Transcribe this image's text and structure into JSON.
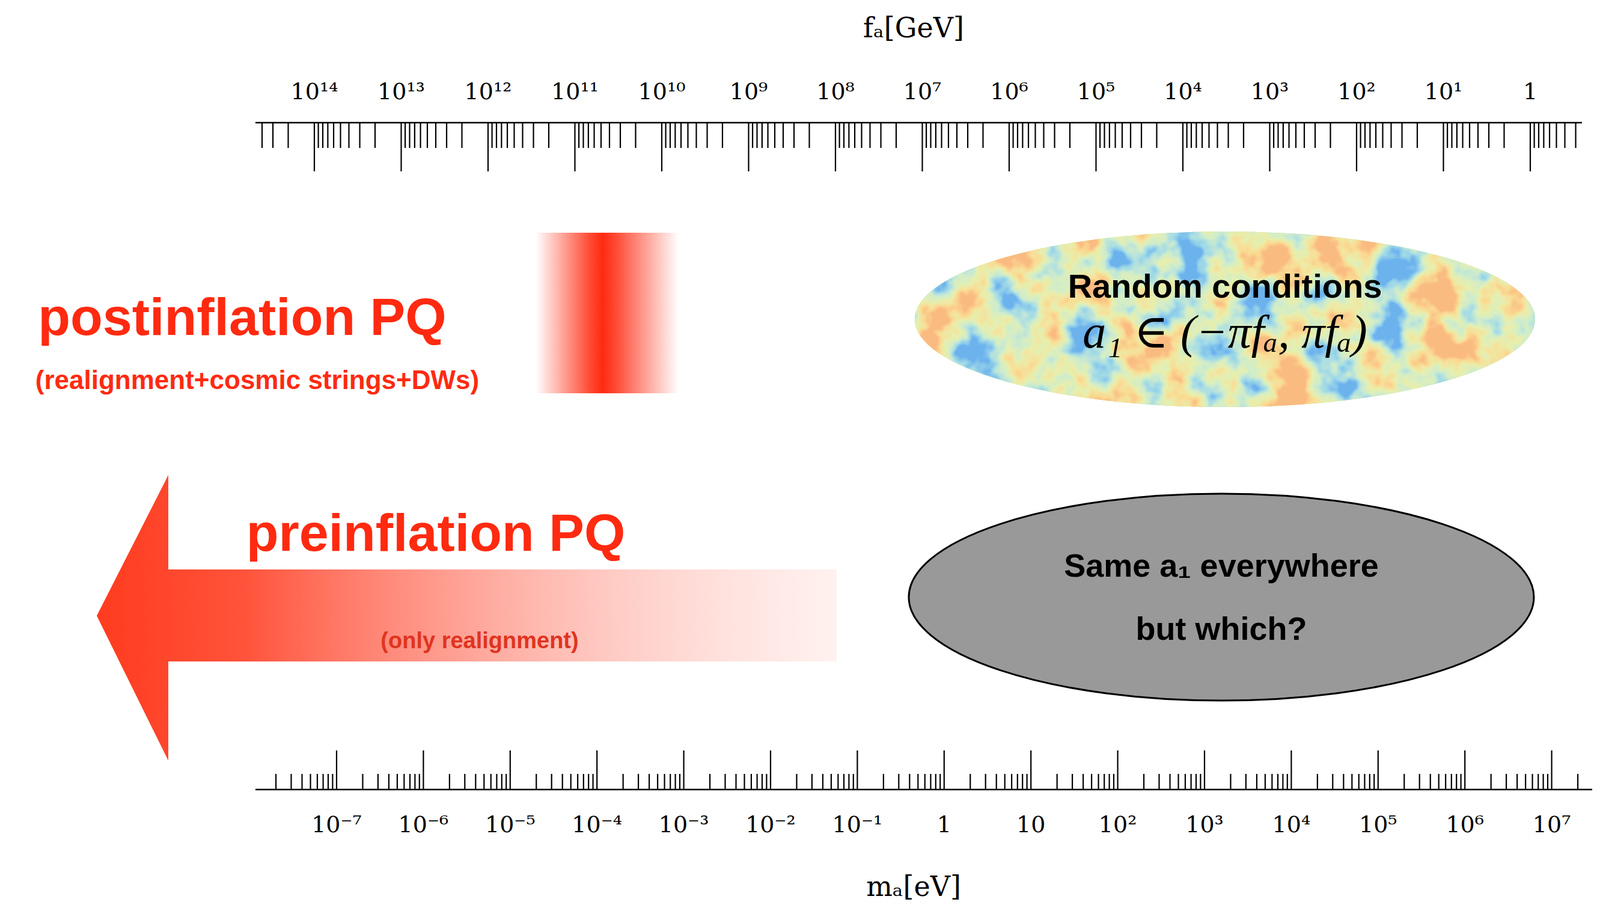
{
  "diagram": {
    "nodes": [
      {
        "text": [
          "Random conditions",
          "a₁ ∈ (−πfₐ, πfₐ)"
        ]
      },
      {
        "text": [
          "Same a₁ everywhere but which?"
        ]
      }
    ],
    "labels": [
      "fₐ[GeV]",
      "10¹⁴",
      "10¹³",
      "10¹²",
      "10¹¹",
      "10¹⁰",
      "10⁹",
      "10⁸",
      "10⁷",
      "10⁶",
      "10⁵",
      "10⁴",
      "10³",
      "10²",
      "10¹",
      "1",
      "postinflation PQ",
      "(realignment+cosmic strings+DWs)",
      "preinflation PQ",
      "(only realignment)",
      "10⁻⁷",
      "10⁻⁶",
      "10⁻⁵",
      "10⁻⁴",
      "10⁻³",
      "10⁻²",
      "10⁻¹",
      "1",
      "10",
      "10²",
      "10³",
      "10⁴",
      "10⁵",
      "10⁶",
      "10⁷",
      "mₐ[eV]"
    ]
  }
}
